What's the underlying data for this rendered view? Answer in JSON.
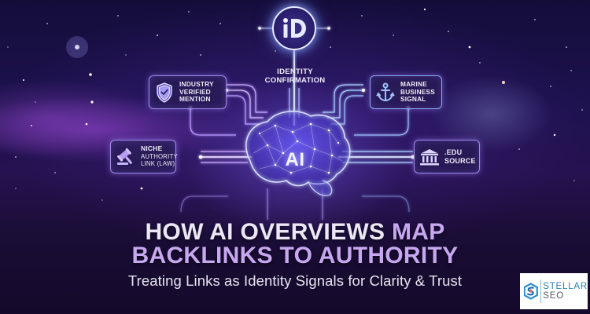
{
  "hub": {
    "icon": "id-icon",
    "label_line1": "IDENTITY",
    "label_line2": "CONFIRMATION",
    "center_label": "AI"
  },
  "nodes": [
    {
      "id": "industry",
      "icon": "shield-check-icon",
      "lines": [
        "INDUSTRY",
        "VERIFIED",
        "MENTION"
      ]
    },
    {
      "id": "marine",
      "icon": "anchor-icon",
      "lines": [
        "MARINE",
        "BUSINESS",
        "SIGNAL"
      ]
    },
    {
      "id": "niche",
      "icon": "gavel-icon",
      "lines": [
        "NICHE",
        "AUTHORITY",
        "LINK (LAW)"
      ]
    },
    {
      "id": "edu",
      "icon": "institution-icon",
      "lines": [
        ".EDU",
        "SOURCE"
      ]
    }
  ],
  "title": {
    "line1_plain": "HOW AI OVERVIEWS ",
    "line1_accent": "MAP",
    "line2_accent": "BACKLINKS TO AUTHORITY",
    "subtitle": "Treating Links as Identity Signals for Clarity & Trust"
  },
  "logo": {
    "line1": "STELLAR",
    "line2": "SEO",
    "icon": "stellar-seo-logo-icon"
  },
  "colors": {
    "background_top": "#140d3a",
    "background_bottom": "#14092a",
    "accent_purple": "#c7a8f0",
    "glow_blue": "#8fb4ff",
    "box_border": "#b4a0ff",
    "logo_blue": "#2f7fb0"
  }
}
